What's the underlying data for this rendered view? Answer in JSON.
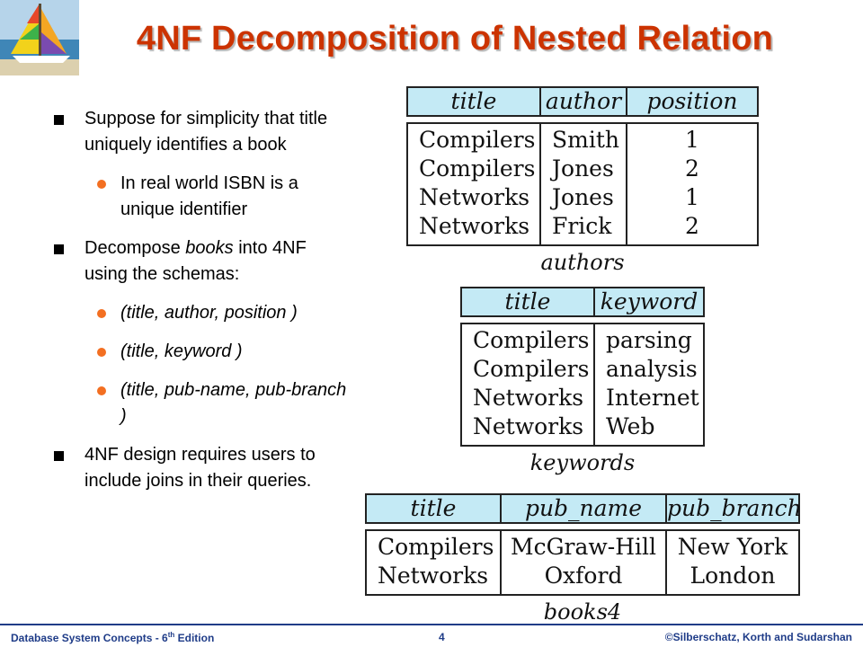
{
  "slide": {
    "title": "4NF Decomposition of Nested Relation"
  },
  "bullets": {
    "b1": "Suppose for simplicity that title uniquely identifies a book",
    "b1_sub": "In real world ISBN is a unique identifier",
    "b2_pre": "Decompose ",
    "b2_italic": "books",
    "b2_post": " into 4NF using the schemas:",
    "s1": "(title, author, position )",
    "s2": "(title, keyword )",
    "s3": "(title, pub-name, pub-branch )",
    "b3": "4NF design requires users to include joins in their queries."
  },
  "authors": {
    "headers": [
      "title",
      "author",
      "position"
    ],
    "rows": [
      [
        "Compilers",
        "Smith",
        "1"
      ],
      [
        "Compilers",
        "Jones",
        "2"
      ],
      [
        "Networks",
        "Jones",
        "1"
      ],
      [
        "Networks",
        "Frick",
        "2"
      ]
    ],
    "caption": "authors"
  },
  "keywords": {
    "headers": [
      "title",
      "keyword"
    ],
    "rows": [
      [
        "Compilers",
        "parsing"
      ],
      [
        "Compilers",
        "analysis"
      ],
      [
        "Networks",
        "Internet"
      ],
      [
        "Networks",
        "Web"
      ]
    ],
    "caption": "keywords"
  },
  "books4": {
    "headers": [
      "title",
      "pub_name",
      "pub_branch"
    ],
    "rows": [
      [
        "Compilers",
        "McGraw-Hill",
        "New York"
      ],
      [
        "Networks",
        "Oxford",
        "London"
      ]
    ],
    "caption": "books4"
  },
  "footer": {
    "left_pre": "Database  System Concepts  - 6",
    "left_sup": "th",
    "left_post": " Edition",
    "page": "4",
    "right": "©Silberschatz, Korth and Sudarshan"
  }
}
